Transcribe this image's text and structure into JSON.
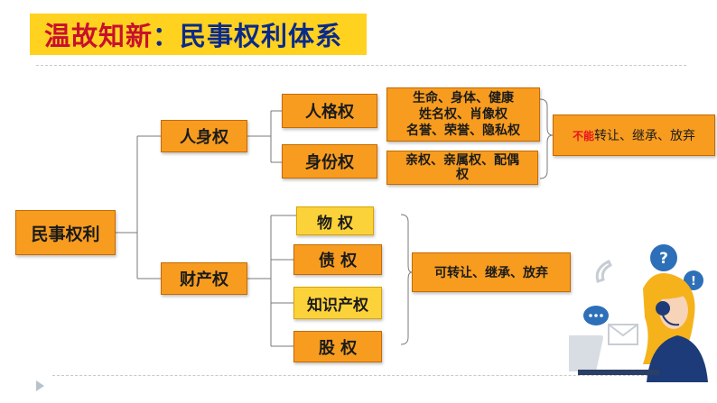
{
  "header": {
    "title_red": "温故知新",
    "title_sep": "：",
    "title_blue": "民事权利体系"
  },
  "diagram": {
    "root": "民事权利",
    "branch_personal": "人身权",
    "branch_property": "财产权",
    "personality_right": "人格权",
    "identity_right": "身份权",
    "personality_items": [
      "生命、身体、健康",
      "姓名权、肖像权",
      "名誉、荣誉、隐私权"
    ],
    "identity_items": [
      "亲权、亲属权、配偶",
      "权"
    ],
    "property_items": [
      "物 权",
      "债 权",
      "知识产权",
      "股 权"
    ],
    "personal_note_red": "不能",
    "personal_note_rest": "转让、继承、放弃",
    "property_note": "可转让、继承、放弃"
  },
  "colors": {
    "title_bg": "#ffd21f",
    "title_red": "#c8102e",
    "title_blue": "#0a2a8a",
    "node_orange": "#f79c1f",
    "node_yellow": "#fcd23a",
    "accent_red": "#e8141e"
  },
  "icons": {
    "question": "question-bubble-icon",
    "exclaim": "exclamation-bubble-icon",
    "chat": "chat-dots-icon",
    "phone": "phone-icon",
    "mail": "envelope-icon",
    "person": "customer-service-illustration"
  }
}
